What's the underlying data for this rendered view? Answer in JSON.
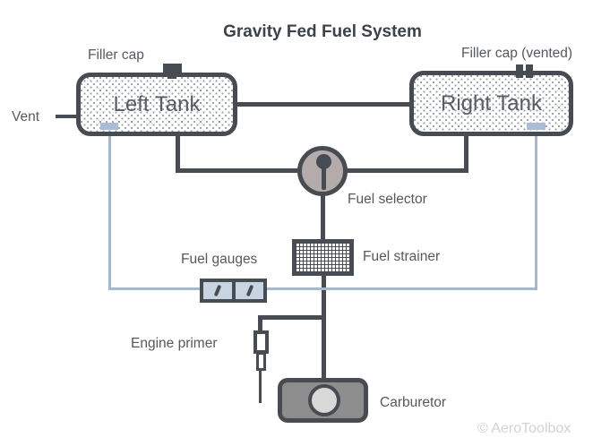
{
  "title": "Gravity Fed Fuel System",
  "watermark": "© AeroToolbox",
  "labels": {
    "vent": "Vent",
    "filler_cap_left": "Filler cap",
    "filler_cap_right": "Filler cap (vented)",
    "left_tank": "Left Tank",
    "right_tank": "Right Tank",
    "fuel_selector": "Fuel selector",
    "fuel_strainer": "Fuel strainer",
    "fuel_gauges": "Fuel gauges",
    "engine_primer": "Engine primer",
    "carburetor": "Carburetor"
  },
  "colors": {
    "line_dark": "#474c52",
    "wire_blue": "#a3b8d4",
    "sender_blue": "#a9bcd8",
    "gauge_fill": "#c9d4e2",
    "selector_fill": "#b3acab",
    "carburetor_fill": "#8d8d8d",
    "float_fill": "#d8d8d8",
    "tank_dot": "#98a1a8",
    "text": "#54595f",
    "title_text": "#3c424a",
    "watermark_text": "#d2d2d2"
  }
}
